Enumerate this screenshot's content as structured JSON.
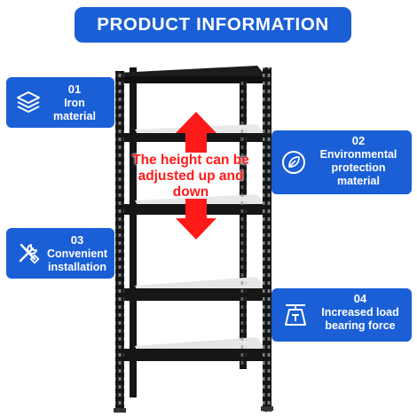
{
  "header": {
    "title": "PRODUCT INFORMATION"
  },
  "features": [
    {
      "number": "01",
      "label": "Iron material",
      "icon": "layers-icon"
    },
    {
      "number": "02",
      "label": "Environmental protection material",
      "icon": "leaf-icon"
    },
    {
      "number": "03",
      "label": "Convenient installation",
      "icon": "tools-icon"
    },
    {
      "number": "04",
      "label": "Increased load bearing force",
      "icon": "weight-icon"
    }
  ],
  "callout": {
    "text": "The height can be adjusted up and down"
  },
  "colors": {
    "brand_blue": "#1a5fd6",
    "arrow_red": "#ff1a1a",
    "frame_black": "#151515",
    "board_gray": "#e8e8e8"
  }
}
